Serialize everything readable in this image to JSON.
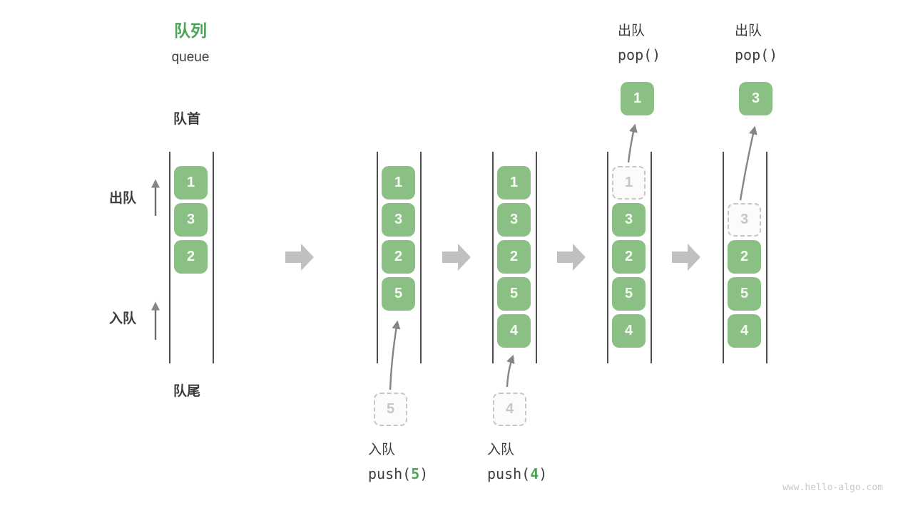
{
  "header": {
    "title_zh": "队列",
    "title_en": "queue"
  },
  "side_labels": {
    "front": "队首",
    "rear": "队尾",
    "dequeue": "出队",
    "enqueue": "入队"
  },
  "stages": [
    {
      "name": "initial",
      "slots": [
        {
          "v": "1"
        },
        {
          "v": "3"
        },
        {
          "v": "2"
        }
      ]
    },
    {
      "name": "push-5",
      "slots": [
        {
          "v": "1"
        },
        {
          "v": "3"
        },
        {
          "v": "2"
        },
        {
          "v": "5"
        }
      ],
      "incoming": "5",
      "op_label": "入队",
      "op_prefix": "push(",
      "op_arg": "5",
      "op_suffix": ")"
    },
    {
      "name": "push-4",
      "slots": [
        {
          "v": "1"
        },
        {
          "v": "3"
        },
        {
          "v": "2"
        },
        {
          "v": "5"
        },
        {
          "v": "4"
        }
      ],
      "incoming": "4",
      "op_label": "入队",
      "op_prefix": "push(",
      "op_arg": "4",
      "op_suffix": ")"
    },
    {
      "name": "pop-1",
      "slots": [
        {
          "v": "1",
          "dashed": true
        },
        {
          "v": "3"
        },
        {
          "v": "2"
        },
        {
          "v": "5"
        },
        {
          "v": "4"
        }
      ],
      "popped": "1",
      "op_label": "出队",
      "op_code": "pop()"
    },
    {
      "name": "pop-3",
      "slots": [
        null,
        {
          "v": "3",
          "dashed": true
        },
        {
          "v": "2"
        },
        {
          "v": "5"
        },
        {
          "v": "4"
        }
      ],
      "popped": "3",
      "op_label": "出队",
      "op_code": "pop()"
    }
  ],
  "watermark": "www.hello-algo.com",
  "colors": {
    "box_green": "#8ac084",
    "title_green": "#4da456",
    "code_arg_green": "#4da456",
    "text_dark": "#3c3c3c",
    "block_arrow_gray": "#c0c0c0",
    "thin_arrow_gray": "#858585",
    "wall_gray": "#4e4e4e",
    "dashed_gray": "#c6c6c6",
    "watermark_gray": "#c9c9c9"
  }
}
